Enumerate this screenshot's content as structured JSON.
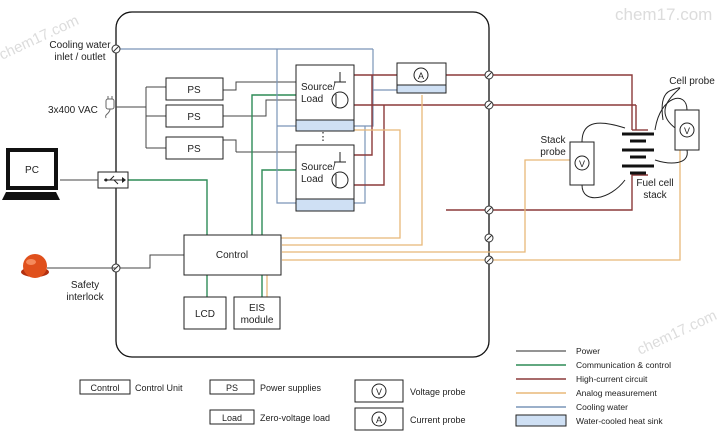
{
  "watermark": "chem17.com",
  "labels": {
    "cooling_water_line1": "Cooling water",
    "cooling_water_line2": "inlet / outlet",
    "vac": "3x400 VAC",
    "pc": "PC",
    "safety_line1": "Safety",
    "safety_line2": "interlock",
    "ps1": "PS",
    "ps2": "PS",
    "ps3": "PS",
    "source_load_1a": "Source/",
    "source_load_1b": "Load",
    "source_load_2a": "Source/",
    "source_load_2b": "Load",
    "ellipsis": "⋮",
    "ammeter": "A",
    "control": "Control",
    "lcd": "LCD",
    "eis_line1": "EIS",
    "eis_line2": "module",
    "cell_probe": "Cell probe",
    "stack_probe_line1": "Stack",
    "stack_probe_line2": "probe",
    "voltmeter_stack": "V",
    "voltmeter_cell": "V",
    "fuel_cell_line1": "Fuel cell",
    "fuel_cell_line2": "stack"
  },
  "legend_symbols": [
    {
      "symbol": "Control",
      "text": "Control Unit"
    },
    {
      "symbol": "PS",
      "text": "Power supplies"
    },
    {
      "symbol": "Load",
      "text": "Zero-voltage load"
    },
    {
      "symbol": "V",
      "text": "Voltage probe"
    },
    {
      "symbol": "A",
      "text": "Current probe"
    }
  ],
  "legend_lines": [
    {
      "text": "Power",
      "color": "#555555"
    },
    {
      "text": "Communication & control",
      "color": "#2e8b57"
    },
    {
      "text": "High-current circuit",
      "color": "#8b3a3a"
    },
    {
      "text": "Analog measurement",
      "color": "#e8b878"
    },
    {
      "text": "Cooling water",
      "color": "#7a95b8"
    },
    {
      "text": "Water-cooled heat sink",
      "color": "#cfe0f4"
    }
  ]
}
